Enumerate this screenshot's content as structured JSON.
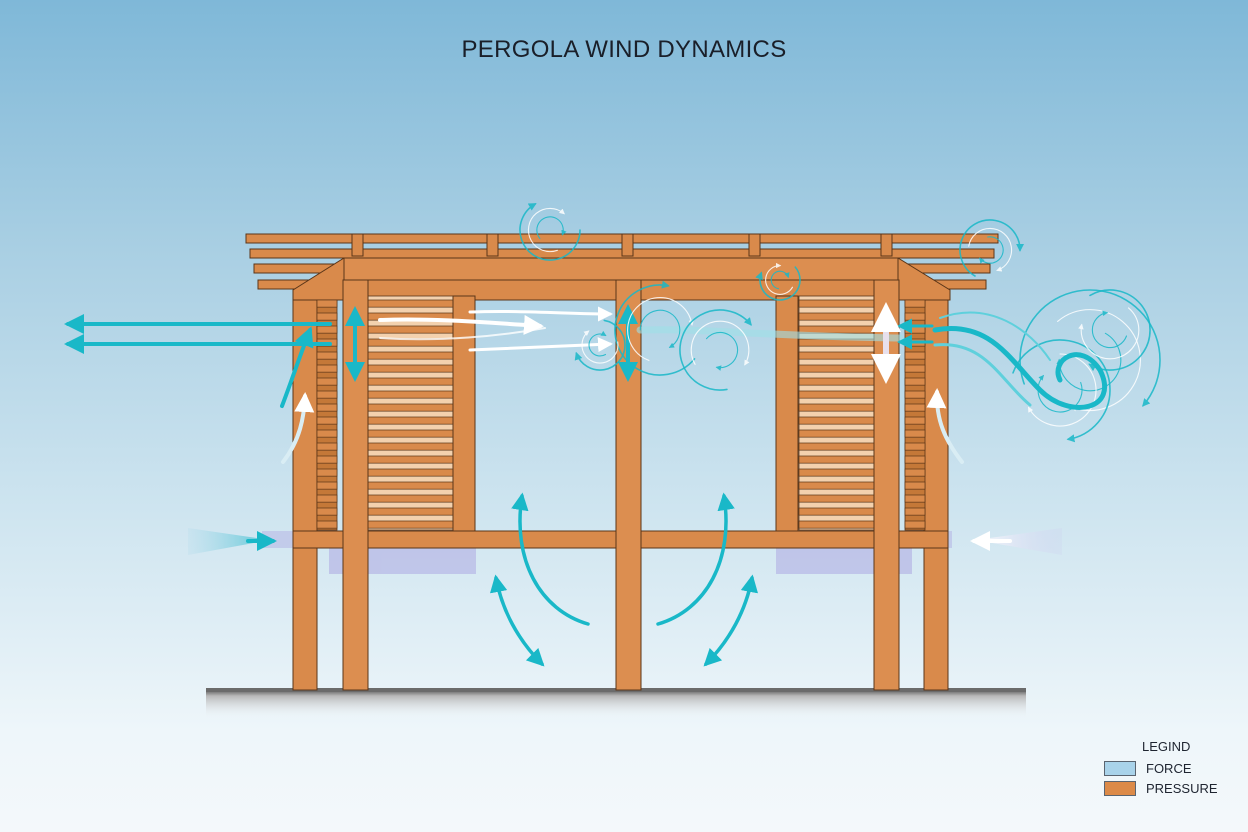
{
  "title": "PERGOLA WIND DYNAMICS",
  "legend": {
    "title": "LEGIND",
    "items": [
      {
        "label": "FORCE",
        "color": "#a9d3ea"
      },
      {
        "label": "PRESSURE",
        "color": "#dc8a48"
      }
    ]
  },
  "colors": {
    "wood": "#d98a4b",
    "wood_dark": "#b86a30",
    "outline": "#5a3518",
    "wind": "#19b8c8",
    "wind_light": "#ffffff",
    "pressure_zone": "#b7b7e6",
    "ground": "#6b6b6b"
  }
}
